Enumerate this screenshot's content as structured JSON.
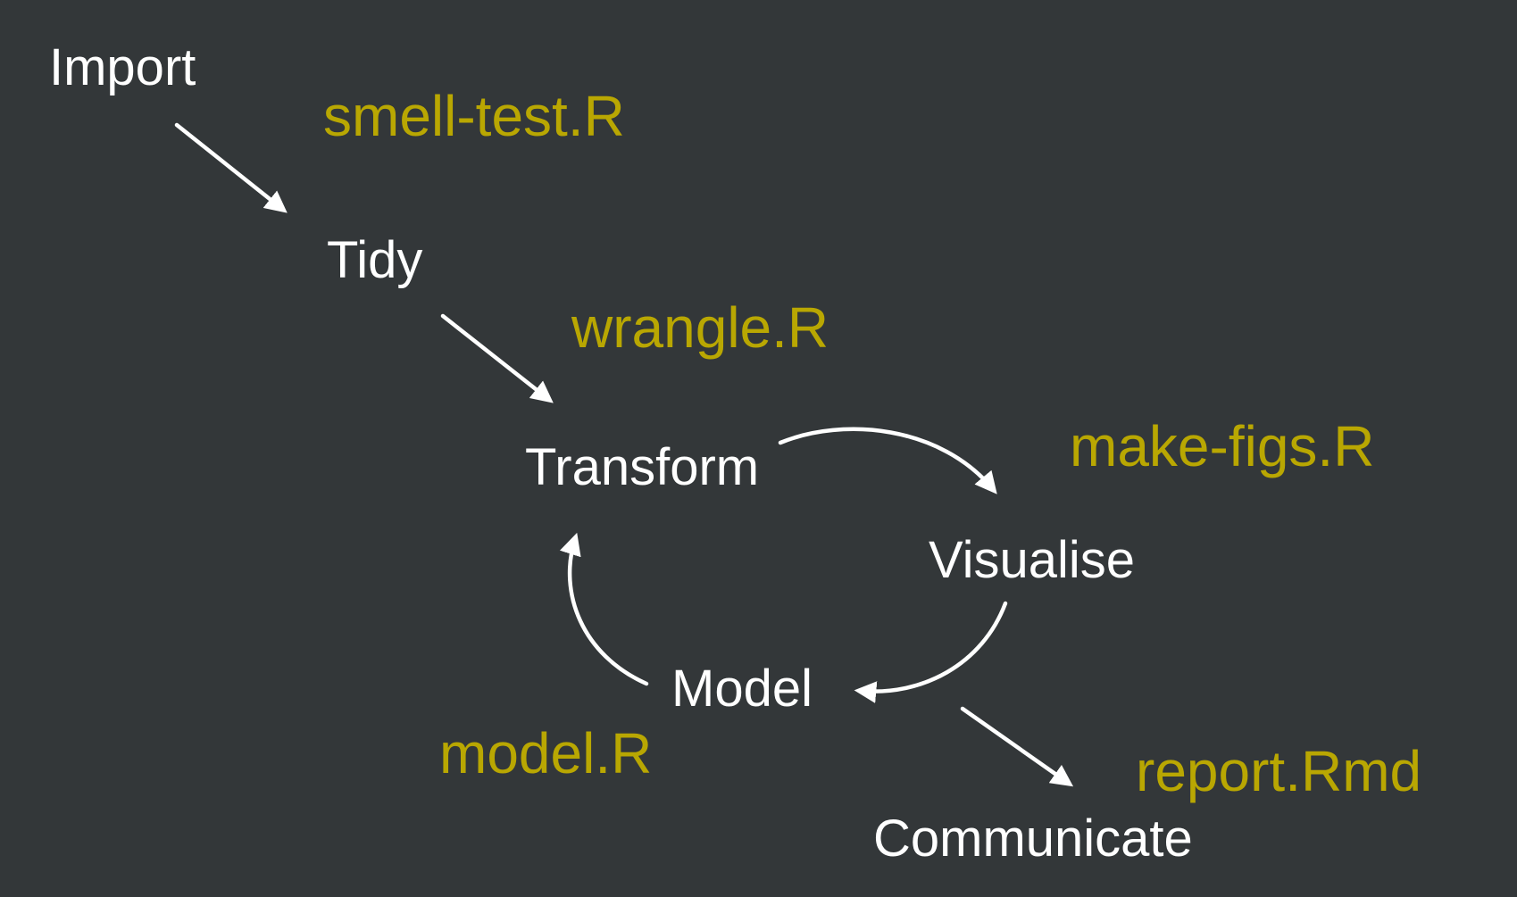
{
  "colors": {
    "background": "#333739",
    "stage": "#ffffff",
    "script": "#b9a702",
    "arrow": "#ffffff"
  },
  "nodes": [
    {
      "id": "import",
      "label": "Import"
    },
    {
      "id": "tidy",
      "label": "Tidy"
    },
    {
      "id": "transform",
      "label": "Transform"
    },
    {
      "id": "visualise",
      "label": "Visualise"
    },
    {
      "id": "model",
      "label": "Model"
    },
    {
      "id": "communicate",
      "label": "Communicate"
    }
  ],
  "scripts": [
    {
      "id": "smell-test-r",
      "label": "smell-test.R"
    },
    {
      "id": "wrangle-r",
      "label": "wrangle.R"
    },
    {
      "id": "make-figs-r",
      "label": "make-figs.R"
    },
    {
      "id": "model-r",
      "label": "model.R"
    },
    {
      "id": "report-rmd",
      "label": "report.Rmd"
    }
  ],
  "edges": [
    {
      "from": "Import",
      "to": "Tidy"
    },
    {
      "from": "Tidy",
      "to": "Transform"
    },
    {
      "from": "Transform",
      "to": "Visualise"
    },
    {
      "from": "Visualise",
      "to": "Model"
    },
    {
      "from": "Model",
      "to": "Transform"
    },
    {
      "from": "Model",
      "to": "Communicate"
    }
  ]
}
